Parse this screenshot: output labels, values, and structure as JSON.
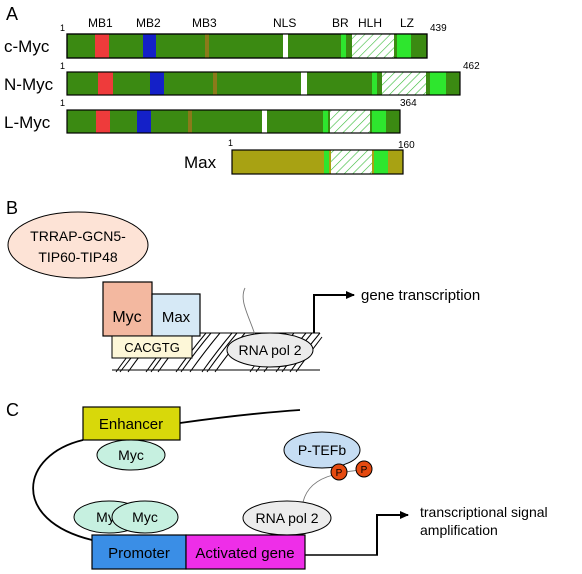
{
  "panels": {
    "a": {
      "letter": "A"
    },
    "b": {
      "letter": "B"
    },
    "c": {
      "letter": "C"
    }
  },
  "domain_headers": [
    "MB1",
    "MB2",
    "MB3",
    "NLS",
    "BR",
    "HLH",
    "LZ"
  ],
  "proteins": [
    {
      "name": "c-Myc",
      "start": "1",
      "end": "439"
    },
    {
      "name": "N-Myc",
      "start": "1",
      "end": "462"
    },
    {
      "name": "L-Myc",
      "start": "1",
      "end": "364"
    },
    {
      "name": "Max",
      "start": "1",
      "end": "160"
    }
  ],
  "panel_b": {
    "complex": [
      "TRRAP-GCN5-",
      "TIP60-TIP48"
    ],
    "myc": "Myc",
    "max": "Max",
    "ebox": "CACGTG",
    "polymerase": "RNA pol 2",
    "output": "gene transcription"
  },
  "panel_c": {
    "enhancer": "Enhancer",
    "enhancer_myc": "Myc",
    "ptefb": "P-TEFb",
    "phospho": [
      "P",
      "P"
    ],
    "promoter_myc": [
      "Myc",
      "Myc"
    ],
    "polymerase": "RNA pol 2",
    "promoter": "Promoter",
    "activated_gene": "Activated gene",
    "output": [
      "transcriptional signal",
      "amplification"
    ]
  },
  "colors": {
    "myc_bar": "#3b8a12",
    "max_bar": "#a8a213",
    "mb1": "#ee3b3b",
    "mb2": "#1420c8",
    "mb3": "#8a7a1a",
    "lz": "#2ee62e",
    "myc_box": "#f3b8a0",
    "max_box": "#d6e9f6",
    "complex": "#fde3d6",
    "enhancer": "#d8d80a",
    "promoter": "#3a8ee6",
    "activated_gene": "#ee2ee8",
    "myc_oval": "#c6f0e0",
    "ptefb": "#c6ddf3",
    "phospho": "#e54a10"
  }
}
